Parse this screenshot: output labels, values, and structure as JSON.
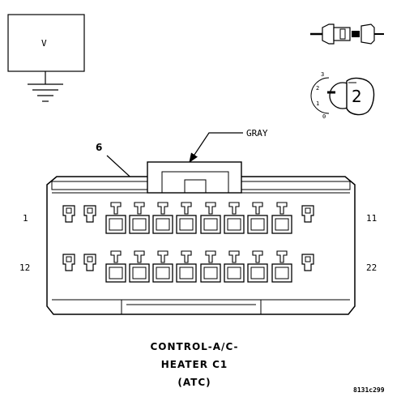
{
  "meter": {
    "label": "V"
  },
  "selector_icon": {
    "positions": [
      "3",
      "2",
      "1",
      "0"
    ],
    "selected": "2"
  },
  "connector": {
    "color_label": "GRAY",
    "pin_callout": "6",
    "pin_left_top": "1",
    "pin_right_top": "11",
    "pin_left_bottom": "12",
    "pin_right_bottom": "22"
  },
  "caption": {
    "line1": "CONTROL-A/C-",
    "line2": "HEATER C1",
    "line3": "(ATC)"
  },
  "reference_code": "8131c299"
}
